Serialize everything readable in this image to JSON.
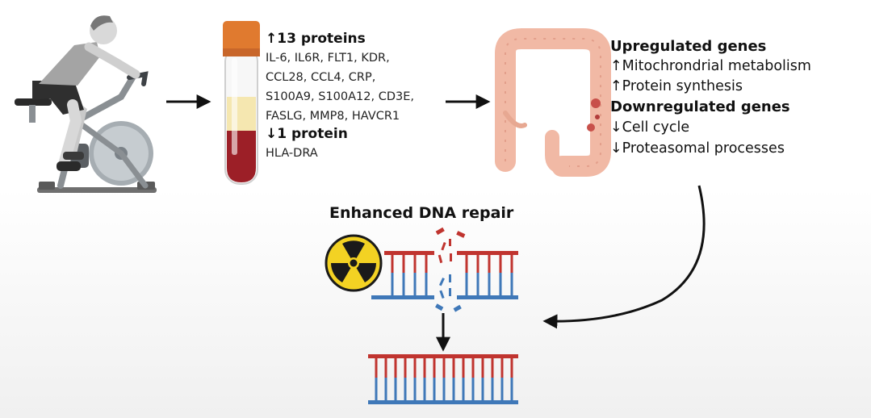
{
  "proteins": {
    "up_header": "↑13 proteins",
    "up_list": [
      "IL-6, IL6R, FLT1, KDR,",
      "CCL28, CCL4, CRP,",
      "S100A9, S100A12, CD3E,",
      "FASLG, MMP8, HAVCR1"
    ],
    "down_header": "↓1 protein",
    "down_list": [
      "HLA-DRA"
    ]
  },
  "genes": {
    "up_header": "Upregulated genes",
    "up_list": [
      "↑Mitochrondrial metabolism",
      "↑Protein synthesis"
    ],
    "down_header": "Downregulated genes",
    "down_list": [
      "↓Cell cycle",
      "↓Proteasomal processes"
    ]
  },
  "dna_repair_title": "Enhanced DNA repair",
  "icons": {
    "cyclist": "person-exercise-bike-icon",
    "blood_tube": "blood-sample-tube-icon",
    "colon": "colon-icon",
    "radiation": "radiation-hazard-icon",
    "damaged_dna": "damaged-dna-icon",
    "repaired_dna": "repaired-dna-icon"
  },
  "colors": {
    "dna_red": "#c0342f",
    "dna_blue": "#3f78b8",
    "radiation_yellow": "#f3d223",
    "tube_cap": "#e07a2f",
    "blood": "#9c1f27",
    "plasma": "#f5e7b0",
    "colon_pink": "#f1b9a5"
  }
}
